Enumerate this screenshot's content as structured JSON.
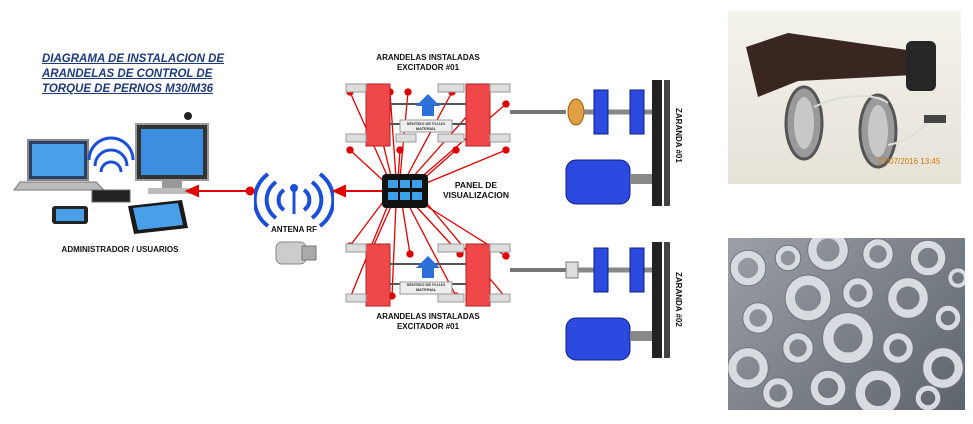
{
  "title": "DIAGRAMA DE INSTALACION DE ARANDELAS DE CONTROL DE TORQUE DE PERNOS M30/M36",
  "labels": {
    "users": "ADMINISTRADOR / USUARIOS",
    "antenna": "ANTENA RF",
    "panel": "PANEL DE VISUALIZACION",
    "top_group": "ARANDELAS INSTALADAS EXCITADOR #01",
    "bottom_group": "ARANDELAS INSTALADAS EXCITADOR #01",
    "screen1": "ZARANDA #01",
    "screen2": "ZARANDA #02",
    "flow_top": "SENTIDO DE FLUJO MATERIAL",
    "flow_bottom": "SENTIDO DE FLUJO MATERIAL",
    "photo_timestamp": "27/07/2016 13:45"
  },
  "colors": {
    "title": "#1f3a7a",
    "signal_line": "#e00000",
    "exciter_block": "#f04848",
    "motor": "#2c49e0",
    "wifi": "#1c4fd8"
  },
  "icons": [
    "laptop-icon",
    "desktop-icon",
    "router-icon",
    "tablet-icon",
    "phone-icon",
    "antenna-icon",
    "wifi-icon",
    "panel-icon",
    "motor-icon",
    "flow-arrow-icon"
  ]
}
